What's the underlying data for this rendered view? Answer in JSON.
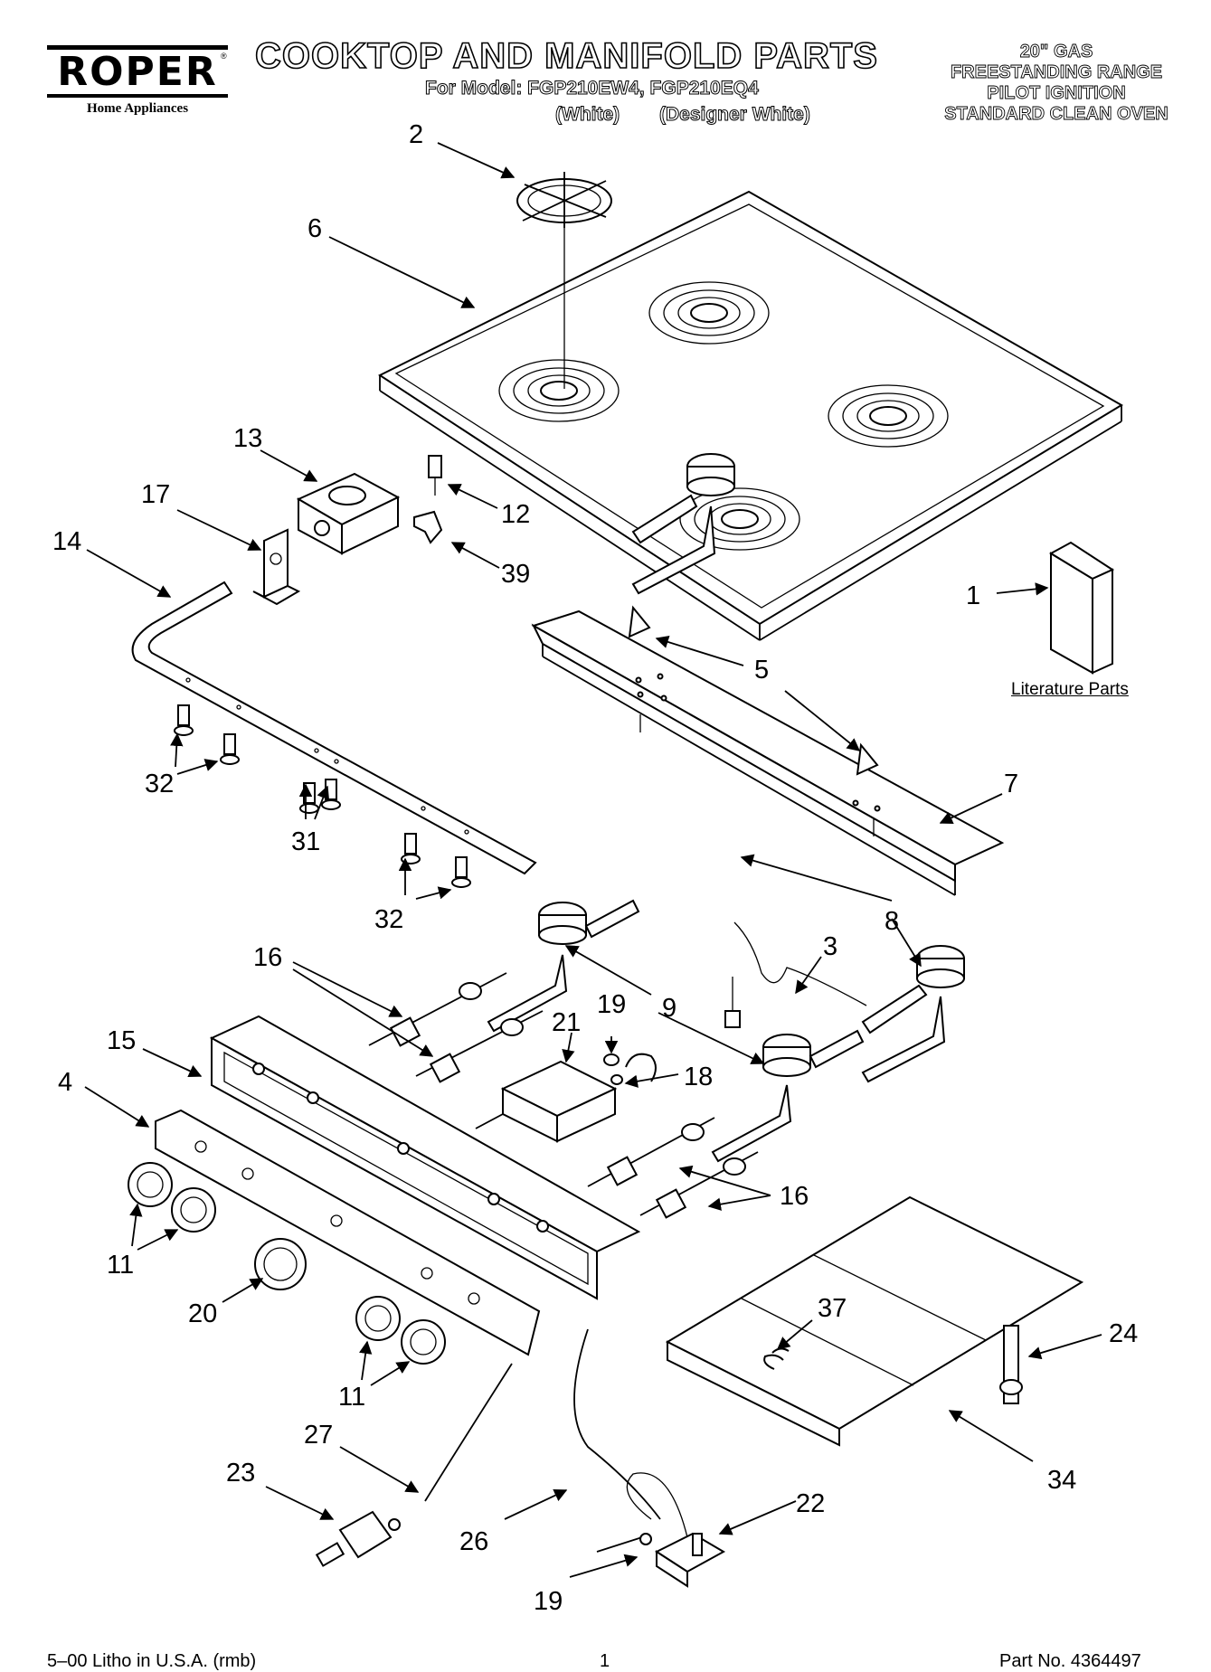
{
  "brand": {
    "name": "ROPER",
    "tagline": "Home Appliances",
    "trademark": "®"
  },
  "header": {
    "title": "COOKTOP AND MANIFOLD PARTS",
    "model_line": "For Model: FGP210EW4, FGP210EQ4",
    "variants": [
      "(White)",
      "(Designer White)"
    ],
    "spec_lines": [
      "20\" GAS",
      "FREESTANDING RANGE",
      "PILOT IGNITION",
      "STANDARD CLEAN OVEN"
    ]
  },
  "literature_caption": "Literature Parts",
  "footer": {
    "left": "5–00 Litho in U.S.A. (rmb)",
    "page": "1",
    "right": "Part No. 4364497"
  },
  "callouts": {
    "c1": "1",
    "c2": "2",
    "c3": "3",
    "c4": "4",
    "c5": "5",
    "c6": "6",
    "c7": "7",
    "c8": "8",
    "c9": "9",
    "c11a": "11",
    "c11b": "11",
    "c12": "12",
    "c13": "13",
    "c14": "14",
    "c15": "15",
    "c16a": "16",
    "c16b": "16",
    "c17": "17",
    "c18": "18",
    "c19a": "19",
    "c19b": "19",
    "c20": "20",
    "c21": "21",
    "c22": "22",
    "c23": "23",
    "c24": "24",
    "c26": "26",
    "c27": "27",
    "c31": "31",
    "c32a": "32",
    "c32b": "32",
    "c34": "34",
    "c37": "37",
    "c39": "39"
  }
}
